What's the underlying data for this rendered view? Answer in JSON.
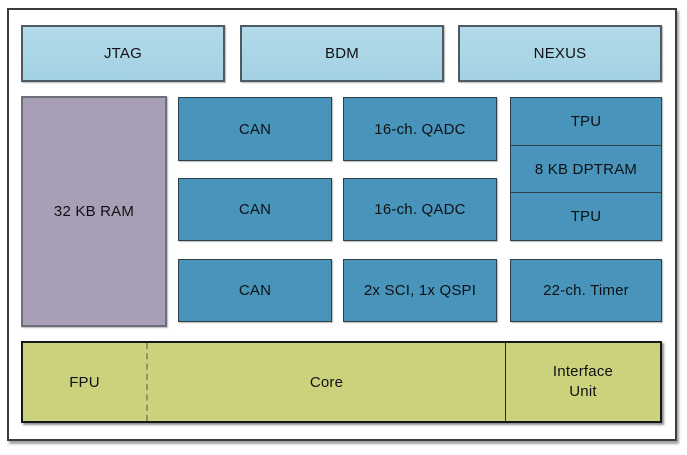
{
  "palette": {
    "debug-blue": "#a3d2e3",
    "debug-blue-light": "#b2dae9",
    "peripheral-blue": "#4894ba",
    "memory-purple": "#a89eb5",
    "core-olive": "#ccd27b"
  },
  "diagram": {
    "debug_interfaces": [
      {
        "id": "jtag",
        "label": "JTAG"
      },
      {
        "id": "bdm",
        "label": "BDM"
      },
      {
        "id": "nexus",
        "label": "NEXUS"
      }
    ],
    "memory": {
      "ram": "32 KB RAM",
      "dptram": "8 KB DPTRAM"
    },
    "peripherals": {
      "can_row1": "CAN",
      "can_row2": "CAN",
      "can_row3": "CAN",
      "qadc_row1": "16-ch. QADC",
      "qadc_row2": "16-ch. QADC",
      "sci_qspi": "2x SCI, 1x QSPI",
      "tpu_top": "TPU",
      "tpu_bottom": "TPU",
      "timer": "22-ch. Timer"
    },
    "core_block": {
      "fpu": "FPU",
      "core": "Core",
      "interface_unit": "Interface\nUnit"
    }
  }
}
